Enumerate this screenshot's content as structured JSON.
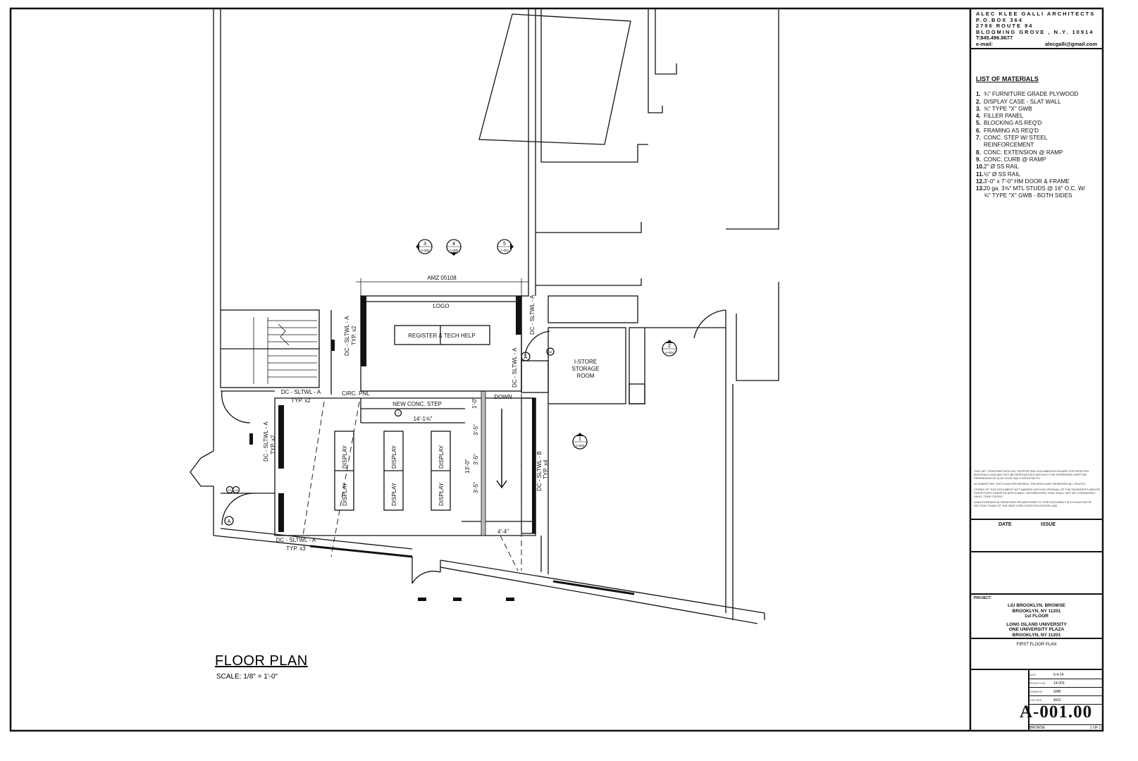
{
  "firm": {
    "name": "ALEC KLEE GALLI ARCHITECTS",
    "pobox": "P.O.BOX 364",
    "street": "2796 ROUTE 94",
    "city": "BLOOMING GROVE , N.Y.   10914",
    "phone": "T:845.496.8677",
    "email_label": "e-mail:",
    "email": "alecgalli@gmail.com"
  },
  "materials": {
    "title": "LIST OF MATERIALS",
    "items": [
      {
        "n": "1.",
        "text": "¾\" FURNITURE GRADE PLYWOOD"
      },
      {
        "n": "2.",
        "text": "DISPLAY CASE - SLAT WALL"
      },
      {
        "n": "3.",
        "text": "⅝\" TYPE \"X\" GWB"
      },
      {
        "n": "4.",
        "text": "FILLER PANEL"
      },
      {
        "n": "5.",
        "text": "BLOCKING AS REQ'D"
      },
      {
        "n": "6.",
        "text": "FRAMING AS REQ'D"
      },
      {
        "n": "7.",
        "text": "CONC. STEP W/ STEEL REINFORCEMENT"
      },
      {
        "n": "8.",
        "text": "CONC. EXTENSION @ RAMP"
      },
      {
        "n": "9.",
        "text": "CONC. CURB @ RAMP"
      },
      {
        "n": "10.",
        "text": "2\" Ø SS RAIL"
      },
      {
        "n": "11.",
        "text": "½\" Ø SS RAIL"
      },
      {
        "n": "12.",
        "text": "3'-0\" x 7'-0\" HM DOOR & FRAME"
      },
      {
        "n": "13.",
        "text": "20 ga. 3⅝\" MTL STUDS @ 16\" O.C. W/ ⅝\" TYPE \"X\" GWB - BOTH SIDES"
      }
    ]
  },
  "notes": [
    "THIS SET TOGETHER WITH ALL SUPPORTING DOCUMENTATION ARE COPYRIGHTED MATERIALS AND MAY NOT BE REPRODUCED WITHOUT THE EXPRESSED WRITTEN PERMISSION OF ALEC KLEE GALLI ARCHITECTS.",
    "IN SUBMITTING THIS PLAN FOR REVIEW, THE APPLICANT RESERVES ALL RIGHTS.",
    "COPIES OF THIS DOCUMENT NOT MARKED WITH AN ORIGINAL OF THE ENGINEER'S AND/OR SURVEYOR'S STAMP AS APPLICABLE, OR EMBOSSED SEAL SHALL NOT BE CONSIDERED VALID, TRUE COPIES.",
    "UNAUTHORIZED ALTERATIONS OR ADDITIONS TO THIS DOCUMENT IS A VIOLATION OF SECTION 7209b2 OF THE NEW YORK STATE EDUCATION LAW."
  ],
  "revisions": {
    "date_header": "DATE",
    "issue_header": "ISSUE"
  },
  "project": {
    "label": "PROJECT:",
    "line1": "LIU BROOKLYN. BROWSE",
    "line2": "BROOKLYN, NY 11201",
    "line3": "1st FLOOR",
    "line4": "LONG ISLAND UNIVERSITY",
    "line5": "ONE UNIVERSITY PLAZA",
    "line6": "BROOKLYN, NY  11201"
  },
  "sheet_title": "FIRST FLOOR PLAN",
  "sheet_meta": {
    "date": "6-4-14",
    "project_no": "14-003",
    "drawn_by": "SRB",
    "checked_by": "AKG"
  },
  "sheet_number": "A-001.00",
  "sheet_footer": {
    "name": "BROWSE",
    "count": "1 OF 12"
  },
  "plan": {
    "title": "FLOOR PLAN",
    "scale": "SCALE:  1/8\" = 1'-0\"",
    "labels": {
      "amz": "AMZ 05108",
      "logo": "LOGO",
      "register": "REGISTER & TECH HELP",
      "storage1": "I-STORE",
      "storage2": "STORAGE",
      "storage3": "ROOM",
      "circ": "CIRC. PNL",
      "step": "NEW CONC. STEP",
      "down": "DOWN",
      "dim_width": "14'-1⅝\"",
      "dim_total": "13'-0\"",
      "dim_a": "1'-0\"",
      "dim_b": "3'-5\"",
      "dim_bottom": "4'-4\"",
      "dc_a": "DC - SLTWL - A",
      "dc_b": "DC - SLTWL - B",
      "typ_x2": "TYP. x2",
      "typ_x3": "TYP. x3",
      "typ_x4": "TYP. x4",
      "display": "DISPLAY"
    },
    "callouts": [
      {
        "num": "3",
        "sheet": "A-005"
      },
      {
        "num": "4",
        "sheet": "A-006"
      },
      {
        "num": "5",
        "sheet": "A-007"
      },
      {
        "num": "2",
        "sheet": "A-004"
      },
      {
        "num": "1",
        "sheet": "A-003"
      }
    ],
    "door_tag": "A",
    "keynote_12": "12",
    "keynote_13": "13",
    "keynote_7": "7"
  }
}
